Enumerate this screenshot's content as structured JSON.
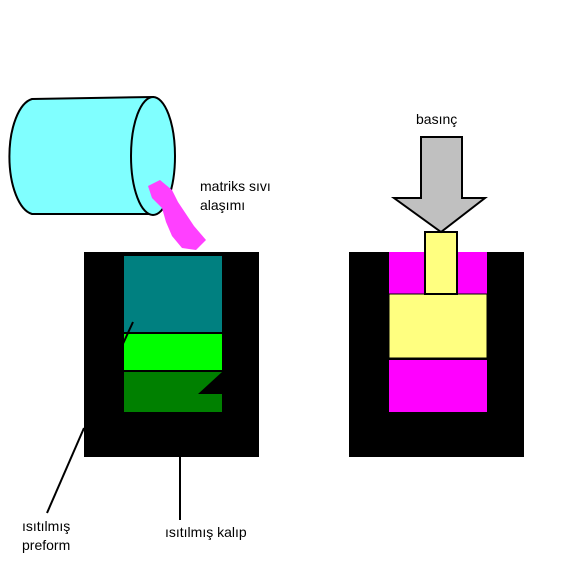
{
  "labels": {
    "liquid_alloy_line1": "matriks sıvı",
    "liquid_alloy_line2": "alaşımı",
    "pressure": "basınç",
    "heated_preform_line1": "ısıtılmış",
    "heated_preform_line2": "preform",
    "heated_mold": "ısıtılmış kalıp"
  },
  "colors": {
    "background": "#ffffff",
    "mold": "#000000",
    "crucible": "#80ffff",
    "liquid_alloy": "#ff40ff",
    "melt_in_mold": "#008080",
    "preform_infiltrated": "#00ff00",
    "preform": "#008000",
    "pressure_arrow": "#c0c0c0",
    "piston": "#ffff80",
    "extruded_alloy": "#ff00ff"
  }
}
